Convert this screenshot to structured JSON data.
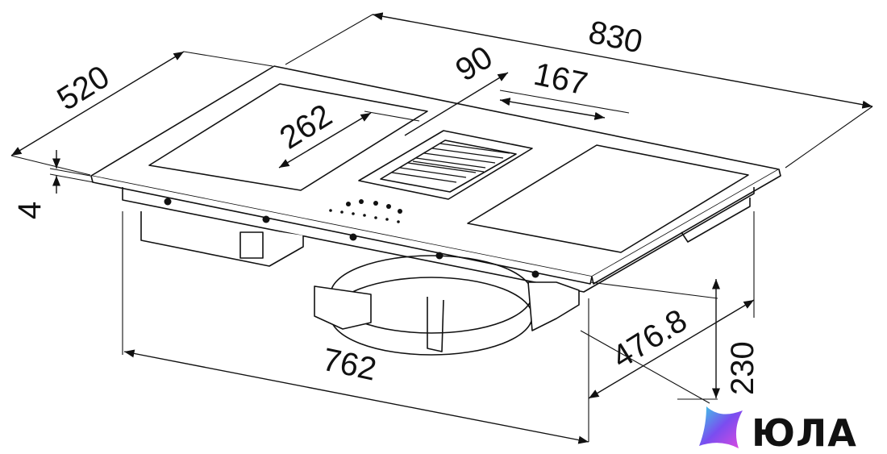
{
  "dimensions": {
    "width": "830",
    "depth": "520",
    "vent_depth": "90",
    "vent_width": "167",
    "zone_depth": "262",
    "glass_thickness": "4",
    "cutout_width": "762",
    "cutout_depth": "476.8",
    "height": "230"
  },
  "watermark": {
    "brand": "ЮЛА",
    "colors": [
      "#3ad0e6",
      "#7a4df0",
      "#e04adf"
    ]
  },
  "colors": {
    "line": "#111111",
    "background": "#ffffff"
  }
}
